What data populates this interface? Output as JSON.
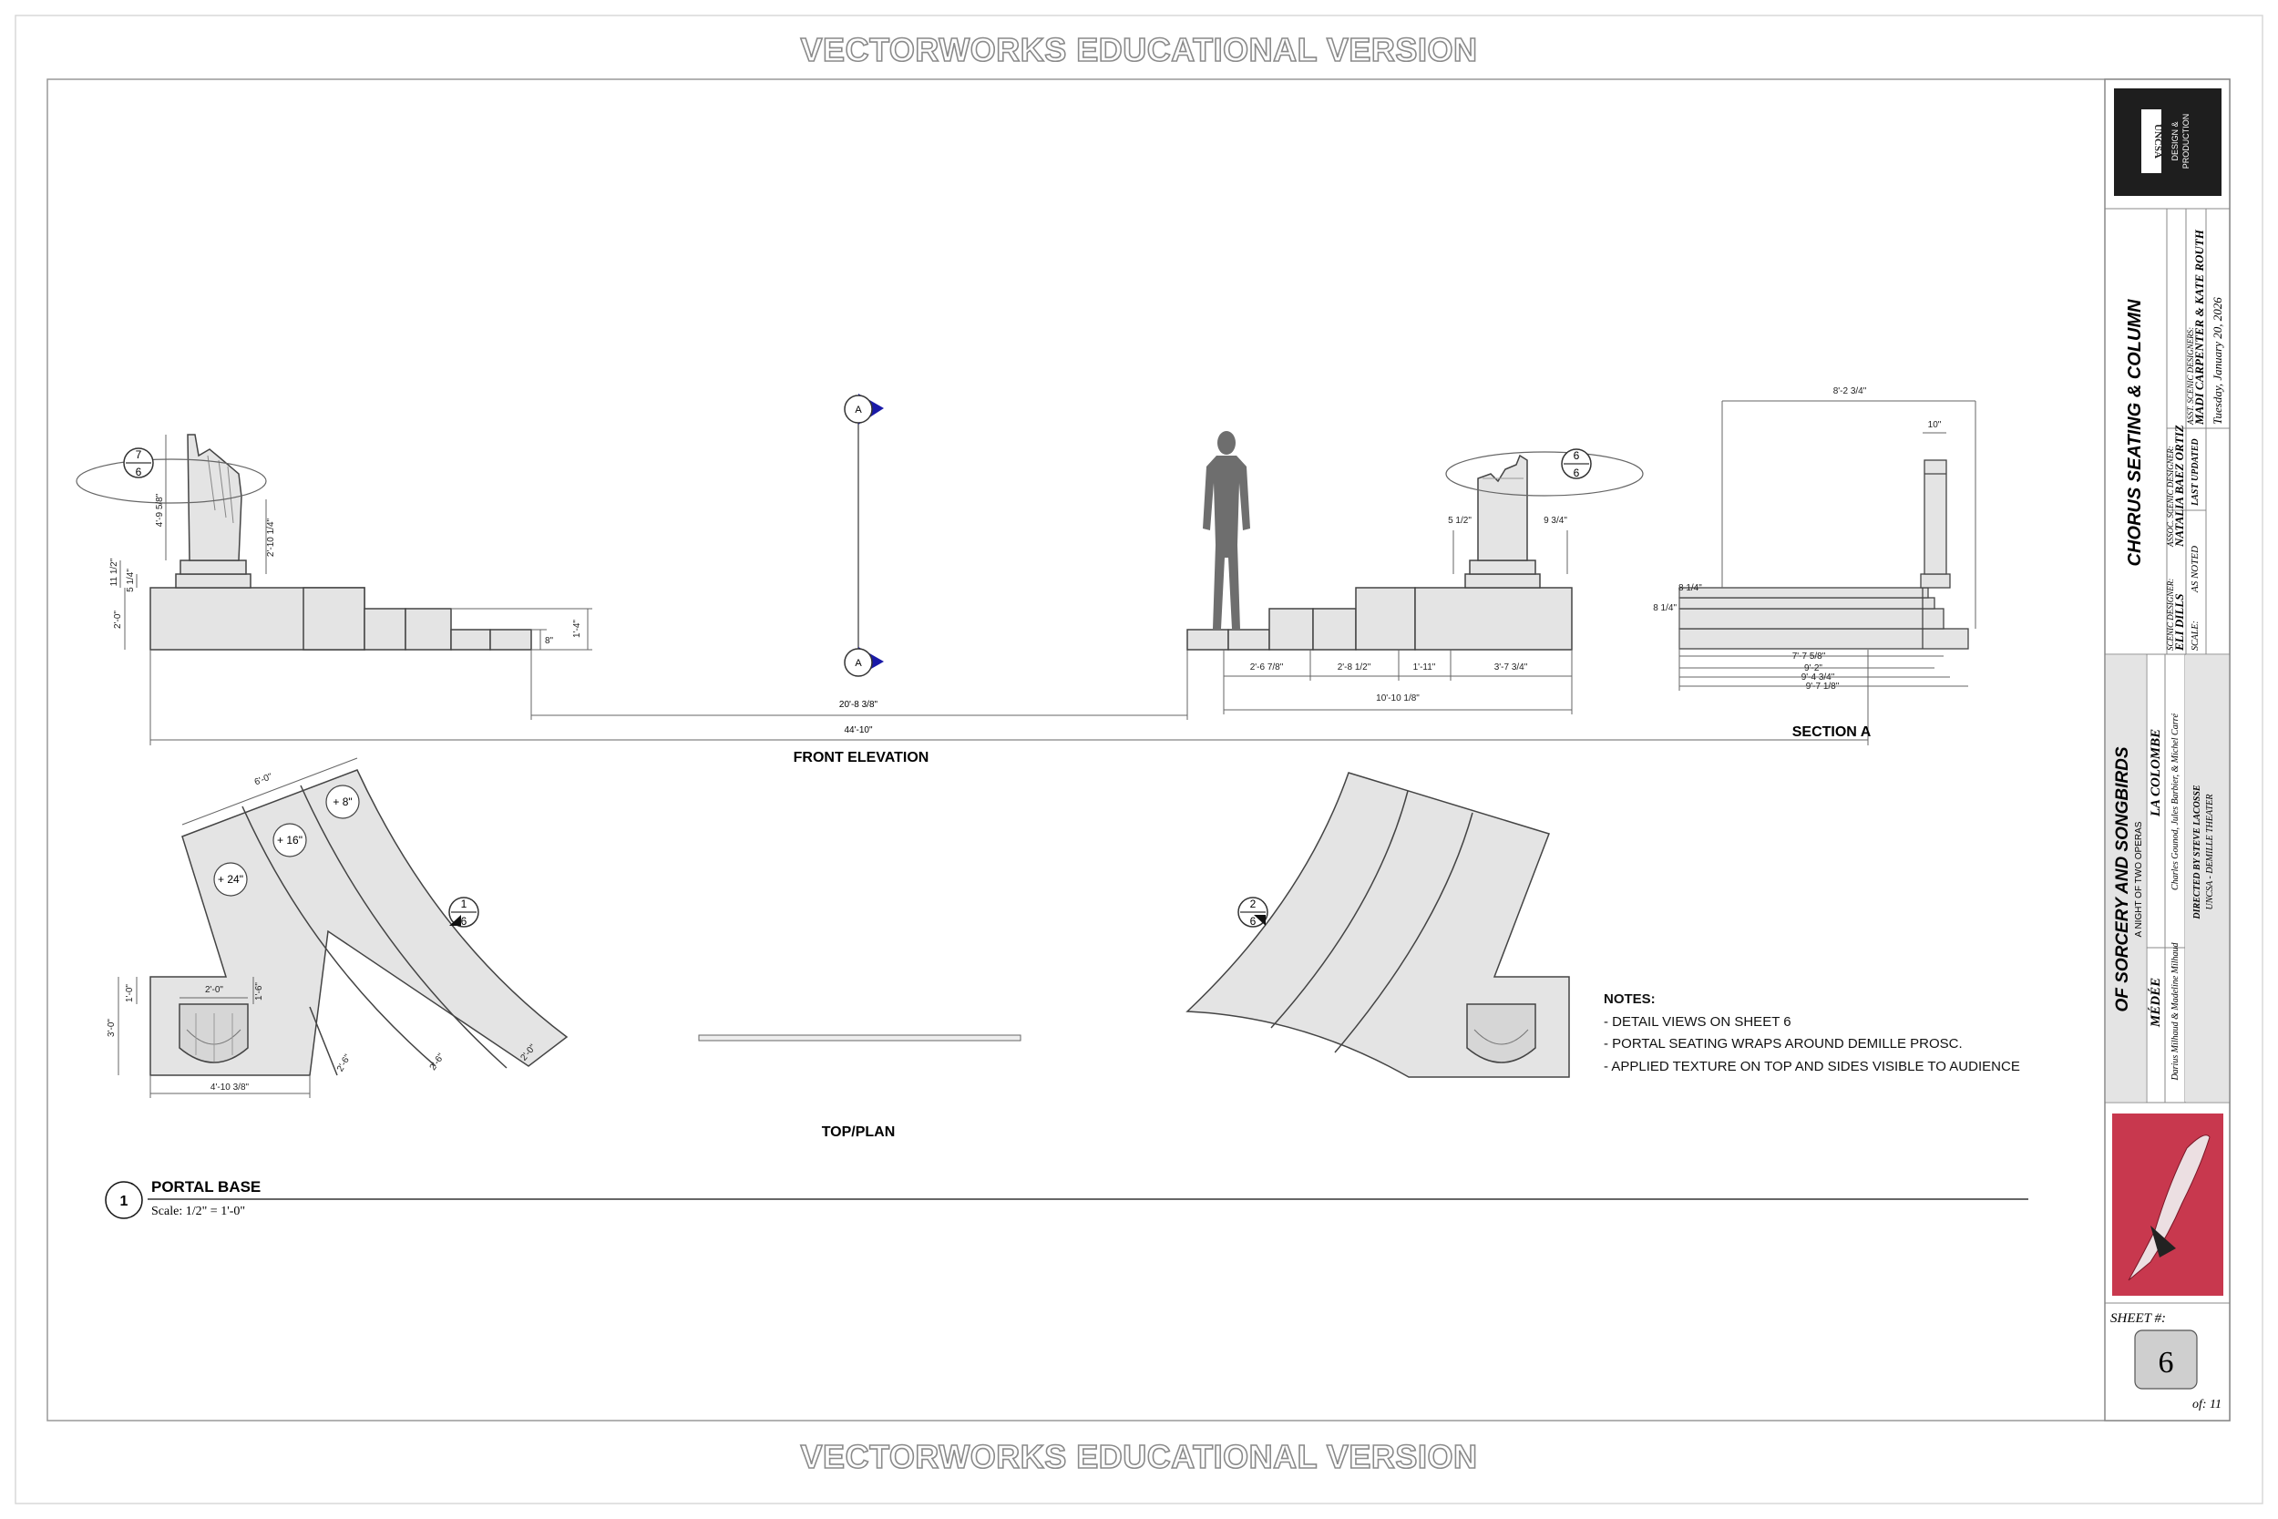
{
  "watermark": "VECTORWORKS EDUCATIONAL VERSION",
  "labels": {
    "front_elevation": "FRONT ELEVATION",
    "section_a": "SECTION A",
    "top_plan": "TOP/PLAN",
    "section_marker": "A"
  },
  "dims_left": {
    "d1": "4'-9 5/8\"",
    "d2": "2'-10 1/4\"",
    "d3": "11 1/2\"",
    "d4": "5 1/4\"",
    "d5": "2'-0\"",
    "d6": "8\"",
    "d7": "1'-4\""
  },
  "dims_center": {
    "width": "20'-8 3/8\"",
    "overall": "44'-10\""
  },
  "dims_right": {
    "a": "5 1/2\"",
    "b": "9 3/4\"",
    "s1": "2'-6 7/8\"",
    "s2": "2'-8 1/2\"",
    "s3": "1'-11\"",
    "s4": "3'-7 3/4\"",
    "total": "10'-10 1/8\""
  },
  "dims_section": {
    "top": "8'-2 3/4\"",
    "col": "10\"",
    "h1": "8 1/4\"",
    "h2": "8 1/4\"",
    "w1": "7'-7 5/8\"",
    "w2": "9'-2\"",
    "w3": "9'-4 3/4\"",
    "w4": "9'-7 1/8\""
  },
  "dims_plan": {
    "top": "6'-0\"",
    "h24": "+ 24\"",
    "h16": "+ 16\"",
    "h8": "+ 8\"",
    "p1": "1'-0\"",
    "p2": "3'-0\"",
    "p3": "2'-0\"",
    "p4": "1'-6\"",
    "p5": "4'-10 3/8\"",
    "p6": "2'-6\"",
    "p7": "2'-6\"",
    "p8": "2'-0\""
  },
  "callouts": {
    "c1": {
      "top": "7",
      "bottom": "6"
    },
    "c2": {
      "top": "6",
      "bottom": "6"
    },
    "c3": {
      "top": "1",
      "bottom": "6"
    },
    "c4": {
      "top": "2",
      "bottom": "6"
    }
  },
  "notes": {
    "heading": "NOTES:",
    "items": [
      "- DETAIL VIEWS ON SHEET 6",
      "- PORTAL SEATING WRAPS AROUND DEMILLE PROSC.",
      "- APPLIED TEXTURE ON TOP AND SIDES VISIBLE TO AUDIENCE"
    ]
  },
  "drawing_title": {
    "number": "1",
    "name": "PORTAL BASE",
    "scale": "Scale: 1/2\" = 1'-0\""
  },
  "title_block": {
    "logo_main": "UNCSA",
    "logo_sub1": "DESIGN &",
    "logo_sub2": "PRODUCTION",
    "sheet_title": "CHORUS SEATING & COLUMN",
    "scenic_designer_label": "SCENIC DESIGNER:",
    "scenic_designer": "ELI DILLS",
    "assoc_label": "ASSOC. SCENIC DESIGNER:",
    "assoc": "NATALIA BAEZ ORTIZ",
    "asst_label": "ASST. SCENIC DESIGNERS:",
    "asst": "MADI CARPENTER & KATE ROUTH",
    "scale_label": "SCALE:",
    "scale_value": "AS NOTED",
    "updated_label": "LAST UPDATED",
    "updated_value": "Tuesday, January 20, 2026",
    "show_title": "OF SORCERY AND SONGBIRDS",
    "show_subtitle": "A NIGHT OF TWO OPERAS",
    "opera1": "MÉDÉE",
    "opera1_credit": "Darius Milhaud & Madeline Milhaud",
    "opera2": "LA COLOMBE",
    "opera2_credit": "Charles Gounod, Jules Barbier, & Michel Carré",
    "director": "DIRECTED BY STEVE LACOSSE",
    "venue": "UNCSA - DEMILLE THEATER",
    "sheet_label": "SHEET #:",
    "sheet_number": "6",
    "sheet_of": "of: 11"
  },
  "colors": {
    "fill": "#e4e4e4",
    "line": "#444444",
    "marker": "#1a1aa8",
    "logo_bg": "#1e1e1e",
    "image_bg": "#c8384e"
  }
}
